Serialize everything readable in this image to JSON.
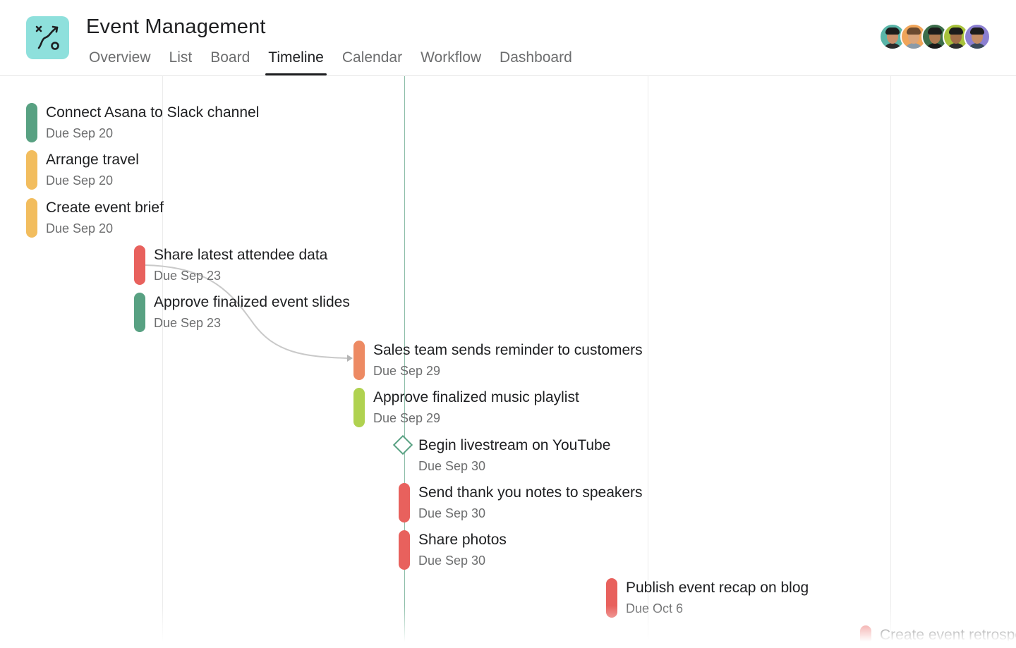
{
  "project": {
    "title": "Event Management",
    "icon": "route-icon",
    "icon_color": "#8ee0dc"
  },
  "tabs": [
    {
      "label": "Overview",
      "active": false
    },
    {
      "label": "List",
      "active": false
    },
    {
      "label": "Board",
      "active": false
    },
    {
      "label": "Timeline",
      "active": true
    },
    {
      "label": "Calendar",
      "active": false
    },
    {
      "label": "Workflow",
      "active": false
    },
    {
      "label": "Dashboard",
      "active": false
    }
  ],
  "members": [
    {
      "name": "member-1",
      "color": "#5ab5a8"
    },
    {
      "name": "member-2",
      "color": "#f0a55a"
    },
    {
      "name": "member-3",
      "color": "#3c6e4b"
    },
    {
      "name": "member-4",
      "color": "#a8c23c"
    },
    {
      "name": "member-5",
      "color": "#8b7fd1"
    }
  ],
  "colors": {
    "green": "#58a182",
    "yellow": "#f2bd5e",
    "red": "#e8615d",
    "orange": "#ed8a63",
    "lime": "#b0d250",
    "today": "#58a182"
  },
  "tasks": [
    {
      "name": "Connect Asana to Slack channel",
      "due": "Due Sep 20",
      "color": "#58a182",
      "type": "task"
    },
    {
      "name": "Arrange travel",
      "due": "Due Sep 20",
      "color": "#f2bd5e",
      "type": "task"
    },
    {
      "name": "Create event brief",
      "due": "Due Sep 20",
      "color": "#f2bd5e",
      "type": "task"
    },
    {
      "name": "Share latest attendee data",
      "due": "Due Sep 23",
      "color": "#e8615d",
      "type": "task"
    },
    {
      "name": "Approve finalized event slides",
      "due": "Due Sep 23",
      "color": "#58a182",
      "type": "task"
    },
    {
      "name": "Sales team sends reminder to customers",
      "due": "Due Sep 29",
      "color": "#ed8a63",
      "type": "task"
    },
    {
      "name": "Approve finalized music playlist",
      "due": "Due Sep 29",
      "color": "#b0d250",
      "type": "task"
    },
    {
      "name": "Begin livestream on YouTube",
      "due": "Due Sep 30",
      "color": "#58a182",
      "type": "milestone"
    },
    {
      "name": "Send thank you notes to speakers",
      "due": "Due Sep 30",
      "color": "#e8615d",
      "type": "task"
    },
    {
      "name": "Share photos",
      "due": "Due Sep 30",
      "color": "#e8615d",
      "type": "task"
    },
    {
      "name": "Publish event recap on blog",
      "due": "Due Oct 6",
      "color": "#e8615d",
      "type": "task"
    },
    {
      "name": "Create event retrospective",
      "due": "",
      "color": "#e8615d",
      "type": "task"
    }
  ]
}
